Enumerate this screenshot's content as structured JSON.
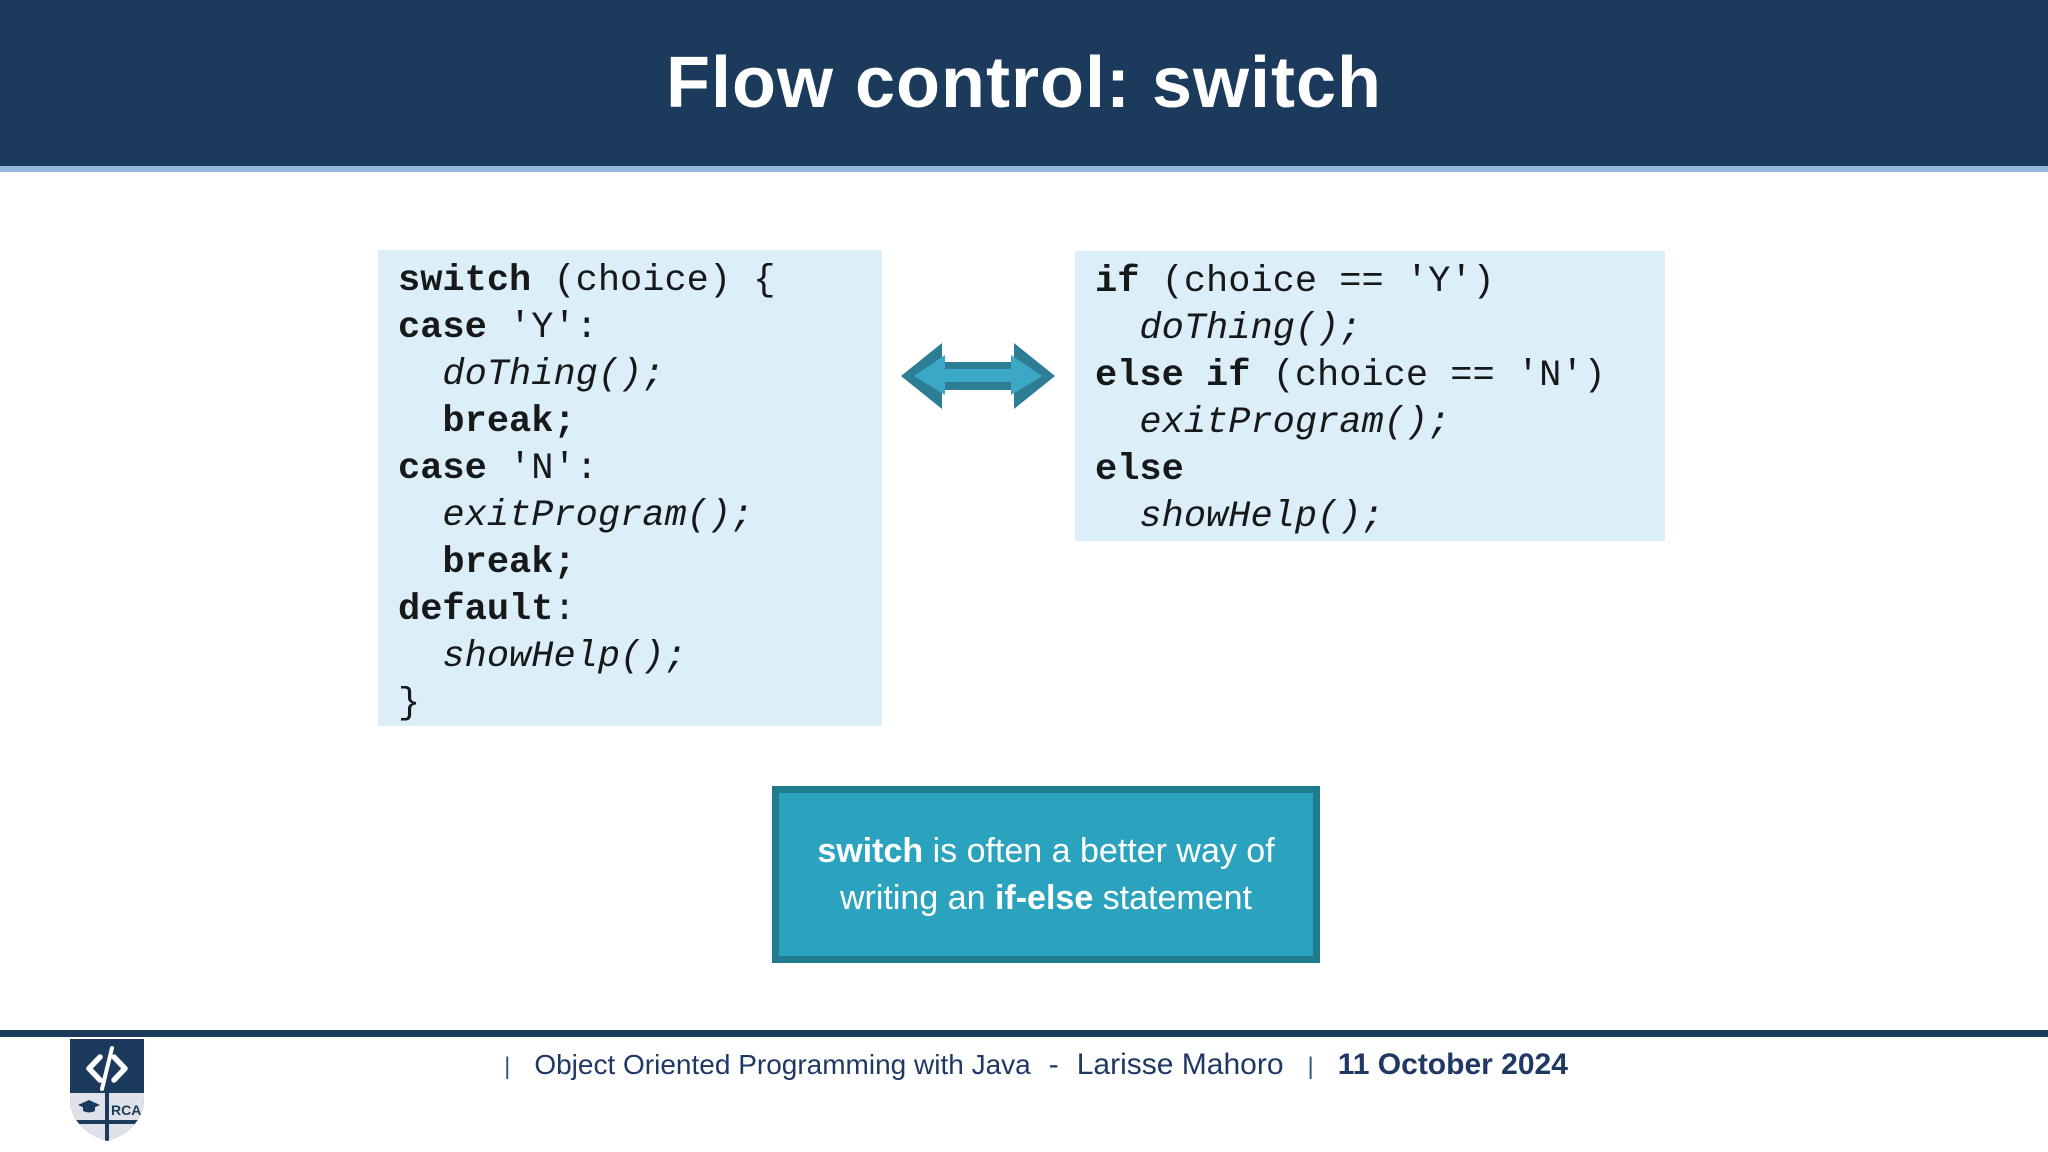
{
  "header": {
    "title": "Flow control: switch"
  },
  "colors": {
    "navy": "#1b3a5c",
    "header_underline": "#8fb8dc",
    "code_background": "#dceef7",
    "code_text": "#17181a",
    "arrow_dark": "#2d7e95",
    "arrow_light": "#3ba8c6",
    "callout_background": "#2ba3bf",
    "callout_border": "#1e7c8e",
    "footer_text": "#1f3864"
  },
  "code_blocks": {
    "switch_block": {
      "lines": [
        [
          {
            "t": "switch",
            "b": true
          },
          {
            "t": " (choice) {"
          }
        ],
        [
          {
            "t": "case",
            "b": true
          },
          {
            "t": " 'Y':"
          }
        ],
        [
          {
            "t": "  "
          },
          {
            "t": "doThing();",
            "i": true
          }
        ],
        [
          {
            "t": "  "
          },
          {
            "t": "break;",
            "b": true
          }
        ],
        [
          {
            "t": "case",
            "b": true
          },
          {
            "t": " 'N':"
          }
        ],
        [
          {
            "t": "  "
          },
          {
            "t": "exitProgram();",
            "i": true
          }
        ],
        [
          {
            "t": "  "
          },
          {
            "t": "break;",
            "b": true
          }
        ],
        [
          {
            "t": "default",
            "b": true
          },
          {
            "t": ":"
          }
        ],
        [
          {
            "t": "  "
          },
          {
            "t": "showHelp();",
            "i": true
          }
        ],
        [
          {
            "t": "}"
          }
        ]
      ]
    },
    "if_block": {
      "lines": [
        [
          {
            "t": "if",
            "b": true
          },
          {
            "t": " (choice == 'Y')"
          }
        ],
        [
          {
            "t": "  "
          },
          {
            "t": "doThing();",
            "i": true
          }
        ],
        [
          {
            "t": "else if",
            "b": true
          },
          {
            "t": " (choice == 'N')"
          }
        ],
        [
          {
            "t": "  "
          },
          {
            "t": "exitProgram();",
            "i": true
          }
        ],
        [
          {
            "t": "else",
            "b": true
          }
        ],
        [
          {
            "t": "  "
          },
          {
            "t": "showHelp();",
            "i": true
          }
        ]
      ]
    }
  },
  "callout": {
    "segments": [
      {
        "t": "switch",
        "b": true
      },
      {
        "t": " is often a better way of writing an "
      },
      {
        "t": "if-else",
        "b": true
      },
      {
        "t": " statement"
      }
    ]
  },
  "icons": {
    "equivalence_arrow": "double-headed-arrow-icon",
    "logo": "rca-shield-logo"
  },
  "footer": {
    "separator1": "|",
    "course": "Object Oriented Programming with Java",
    "dash": "-",
    "author": "Larisse Mahoro",
    "separator2": "|",
    "date": "11 October 2024",
    "logo_text": "RCA"
  }
}
